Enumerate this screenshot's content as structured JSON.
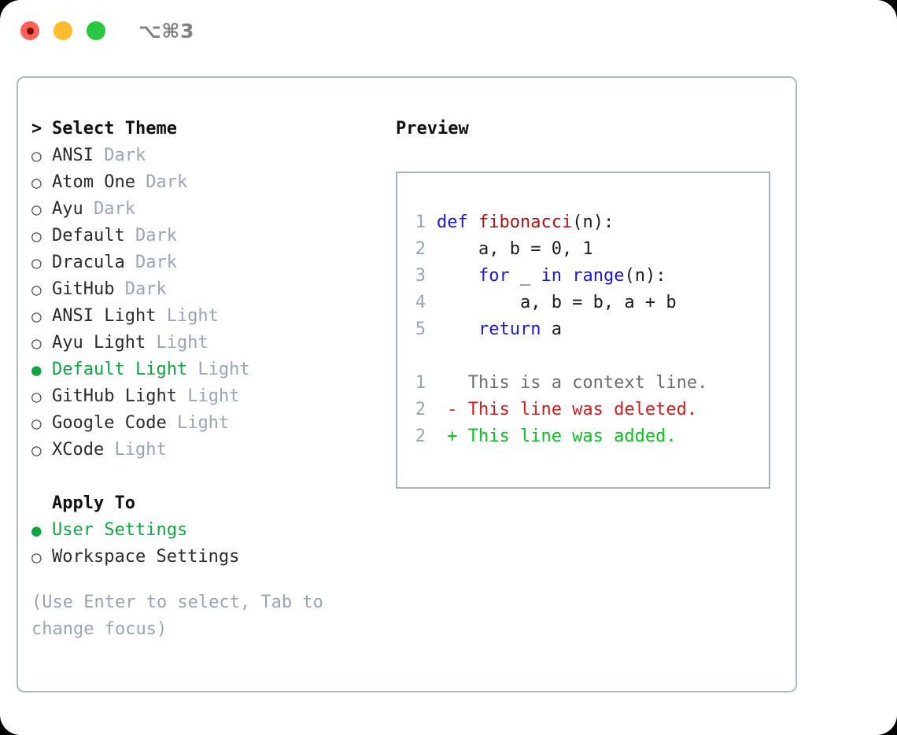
{
  "titlebar": {
    "lights": [
      {
        "name": "close-button",
        "color": "#ff6058"
      },
      {
        "name": "minimize-button",
        "color": "#ffbd2e"
      },
      {
        "name": "maximize-button",
        "color": "#28c840"
      }
    ],
    "shortcut": "⌥⌘3"
  },
  "theme_picker": {
    "header": "Select Theme",
    "caret": ">",
    "bullet_unselected": "○",
    "bullet_selected": "●",
    "items": [
      {
        "label": "ANSI",
        "tag": "Dark",
        "selected": false
      },
      {
        "label": "Atom One",
        "tag": "Dark",
        "selected": false
      },
      {
        "label": "Ayu",
        "tag": "Dark",
        "selected": false
      },
      {
        "label": "Default",
        "tag": "Dark",
        "selected": false
      },
      {
        "label": "Dracula",
        "tag": "Dark",
        "selected": false
      },
      {
        "label": "GitHub",
        "tag": "Dark",
        "selected": false
      },
      {
        "label": "ANSI Light",
        "tag": "Light",
        "selected": false
      },
      {
        "label": "Ayu Light",
        "tag": "Light",
        "selected": false
      },
      {
        "label": "Default Light",
        "tag": "Light",
        "selected": true
      },
      {
        "label": "GitHub Light",
        "tag": "Light",
        "selected": false
      },
      {
        "label": "Google Code",
        "tag": "Light",
        "selected": false
      },
      {
        "label": "XCode",
        "tag": "Light",
        "selected": false
      }
    ]
  },
  "apply_to": {
    "header": "Apply To",
    "items": [
      {
        "label": "User Settings",
        "selected": true
      },
      {
        "label": "Workspace Settings",
        "selected": false
      }
    ]
  },
  "hint": "(Use Enter to select, Tab to change focus)",
  "preview": {
    "title": "Preview",
    "code_lines": [
      {
        "no": "1",
        "tokens": [
          {
            "t": "def",
            "c": "kw"
          },
          {
            "t": " ",
            "c": "plain"
          },
          {
            "t": "fibonacci",
            "c": "fn"
          },
          {
            "t": "(n):",
            "c": "plain"
          }
        ]
      },
      {
        "no": "2",
        "tokens": [
          {
            "t": "    a, b = 0, 1",
            "c": "plain"
          }
        ]
      },
      {
        "no": "3",
        "tokens": [
          {
            "t": "    ",
            "c": "plain"
          },
          {
            "t": "for",
            "c": "kw"
          },
          {
            "t": " _ ",
            "c": "plain"
          },
          {
            "t": "in",
            "c": "kw"
          },
          {
            "t": " ",
            "c": "plain"
          },
          {
            "t": "range",
            "c": "kw"
          },
          {
            "t": "(n):",
            "c": "plain"
          }
        ]
      },
      {
        "no": "4",
        "tokens": [
          {
            "t": "        a, b = b, a + b",
            "c": "plain"
          }
        ]
      },
      {
        "no": "5",
        "tokens": [
          {
            "t": "    ",
            "c": "plain"
          },
          {
            "t": "return",
            "c": "kw"
          },
          {
            "t": " a",
            "c": "plain"
          }
        ]
      }
    ],
    "diff_lines": [
      {
        "no": "1",
        "tokens": [
          {
            "t": "   This is a context line.",
            "c": "ctx"
          }
        ]
      },
      {
        "no": "2",
        "tokens": [
          {
            "t": " - This line was deleted.",
            "c": "del"
          }
        ]
      },
      {
        "no": "2",
        "tokens": [
          {
            "t": " + This line was added.",
            "c": "add"
          }
        ]
      }
    ]
  },
  "colors": {
    "accent_green": "#0ba83f",
    "diff_add": "#0ac020",
    "diff_del": "#cc2020",
    "keyword": "#1818d8",
    "function": "#a81414",
    "muted": "#9aa5b4",
    "border": "#b0bac7"
  }
}
